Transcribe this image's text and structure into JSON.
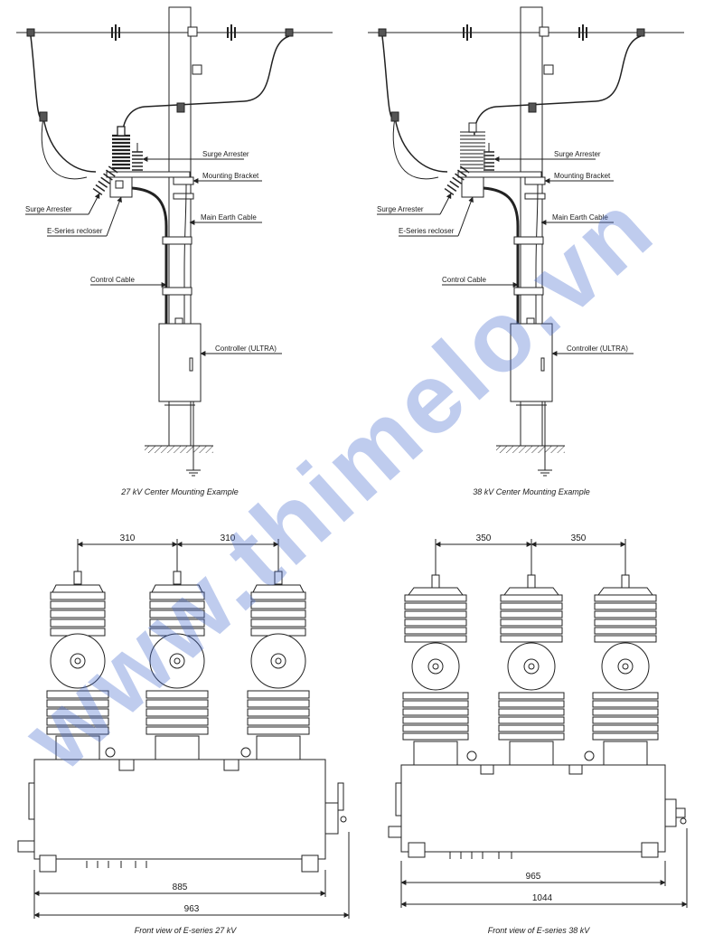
{
  "top_left": {
    "labels": {
      "surge_arrester_right": "Surge Arrester",
      "mounting_bracket": "Mounting Bracket",
      "surge_arrester_left": "Surge Arrester",
      "main_earth_cable": "Main Earth Cable",
      "recloser": "E-Series recloser",
      "control_cable": "Control Cable",
      "controller": "Controller (ULTRA)"
    },
    "caption": "27 kV Center Mounting Example"
  },
  "top_right": {
    "labels": {
      "surge_arrester_right": "Surge Arrester",
      "mounting_bracket": "Mounting Bracket",
      "surge_arrester_left": "Surge Arrester",
      "main_earth_cable": "Main Earth Cable",
      "recloser": "E-Series recloser",
      "control_cable": "Control Cable",
      "controller": "Controller (ULTRA)"
    },
    "caption": "38 kV Center Mounting Example"
  },
  "bottom_left": {
    "spacing_1": "310",
    "spacing_2": "310",
    "inner_width": "885",
    "overall_width": "963",
    "caption": "Front view of E-series 27 kV"
  },
  "bottom_right": {
    "spacing_1": "350",
    "spacing_2": "350",
    "inner_width": "965",
    "overall_width": "1044",
    "caption": "Front view of E-series 38 kV"
  },
  "watermark": "www.thimelo.vn"
}
